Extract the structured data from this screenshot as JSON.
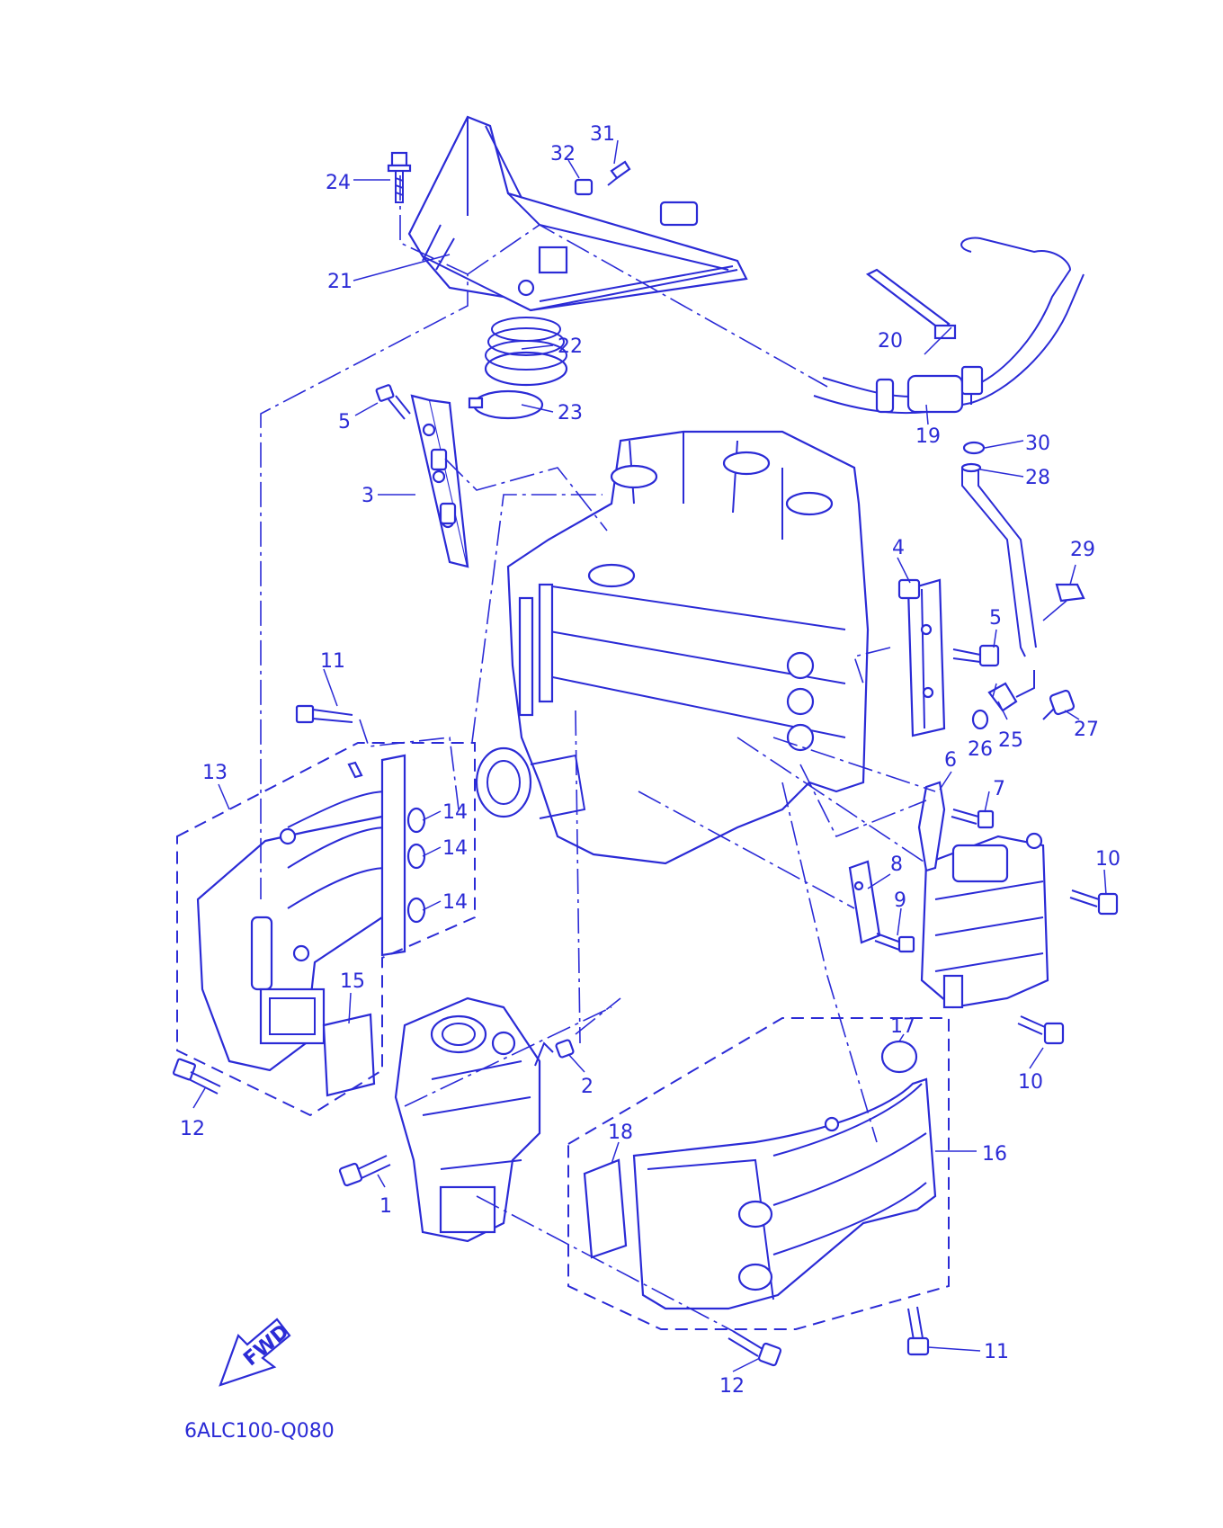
{
  "diagram": {
    "code": "6ALC100-Q080",
    "fwd_label": "FWD",
    "callouts": {
      "c1": "1",
      "c2": "2",
      "c3": "3",
      "c4": "4",
      "c5a": "5",
      "c5b": "5",
      "c6": "6",
      "c7": "7",
      "c8": "8",
      "c9": "9",
      "c10a": "10",
      "c10b": "10",
      "c11a": "11",
      "c11b": "11",
      "c12a": "12",
      "c12b": "12",
      "c13": "13",
      "c14a": "14",
      "c14b": "14",
      "c14c": "14",
      "c15": "15",
      "c16": "16",
      "c17": "17",
      "c18": "18",
      "c19": "19",
      "c20": "20",
      "c21": "21",
      "c22": "22",
      "c23": "23",
      "c24": "24",
      "c25": "25",
      "c26": "26",
      "c27": "27",
      "c28": "28",
      "c29": "29",
      "c30": "30",
      "c31": "31",
      "c32": "32"
    }
  },
  "colors": {
    "ink": "#2b2bd6",
    "background": "#ffffff"
  }
}
